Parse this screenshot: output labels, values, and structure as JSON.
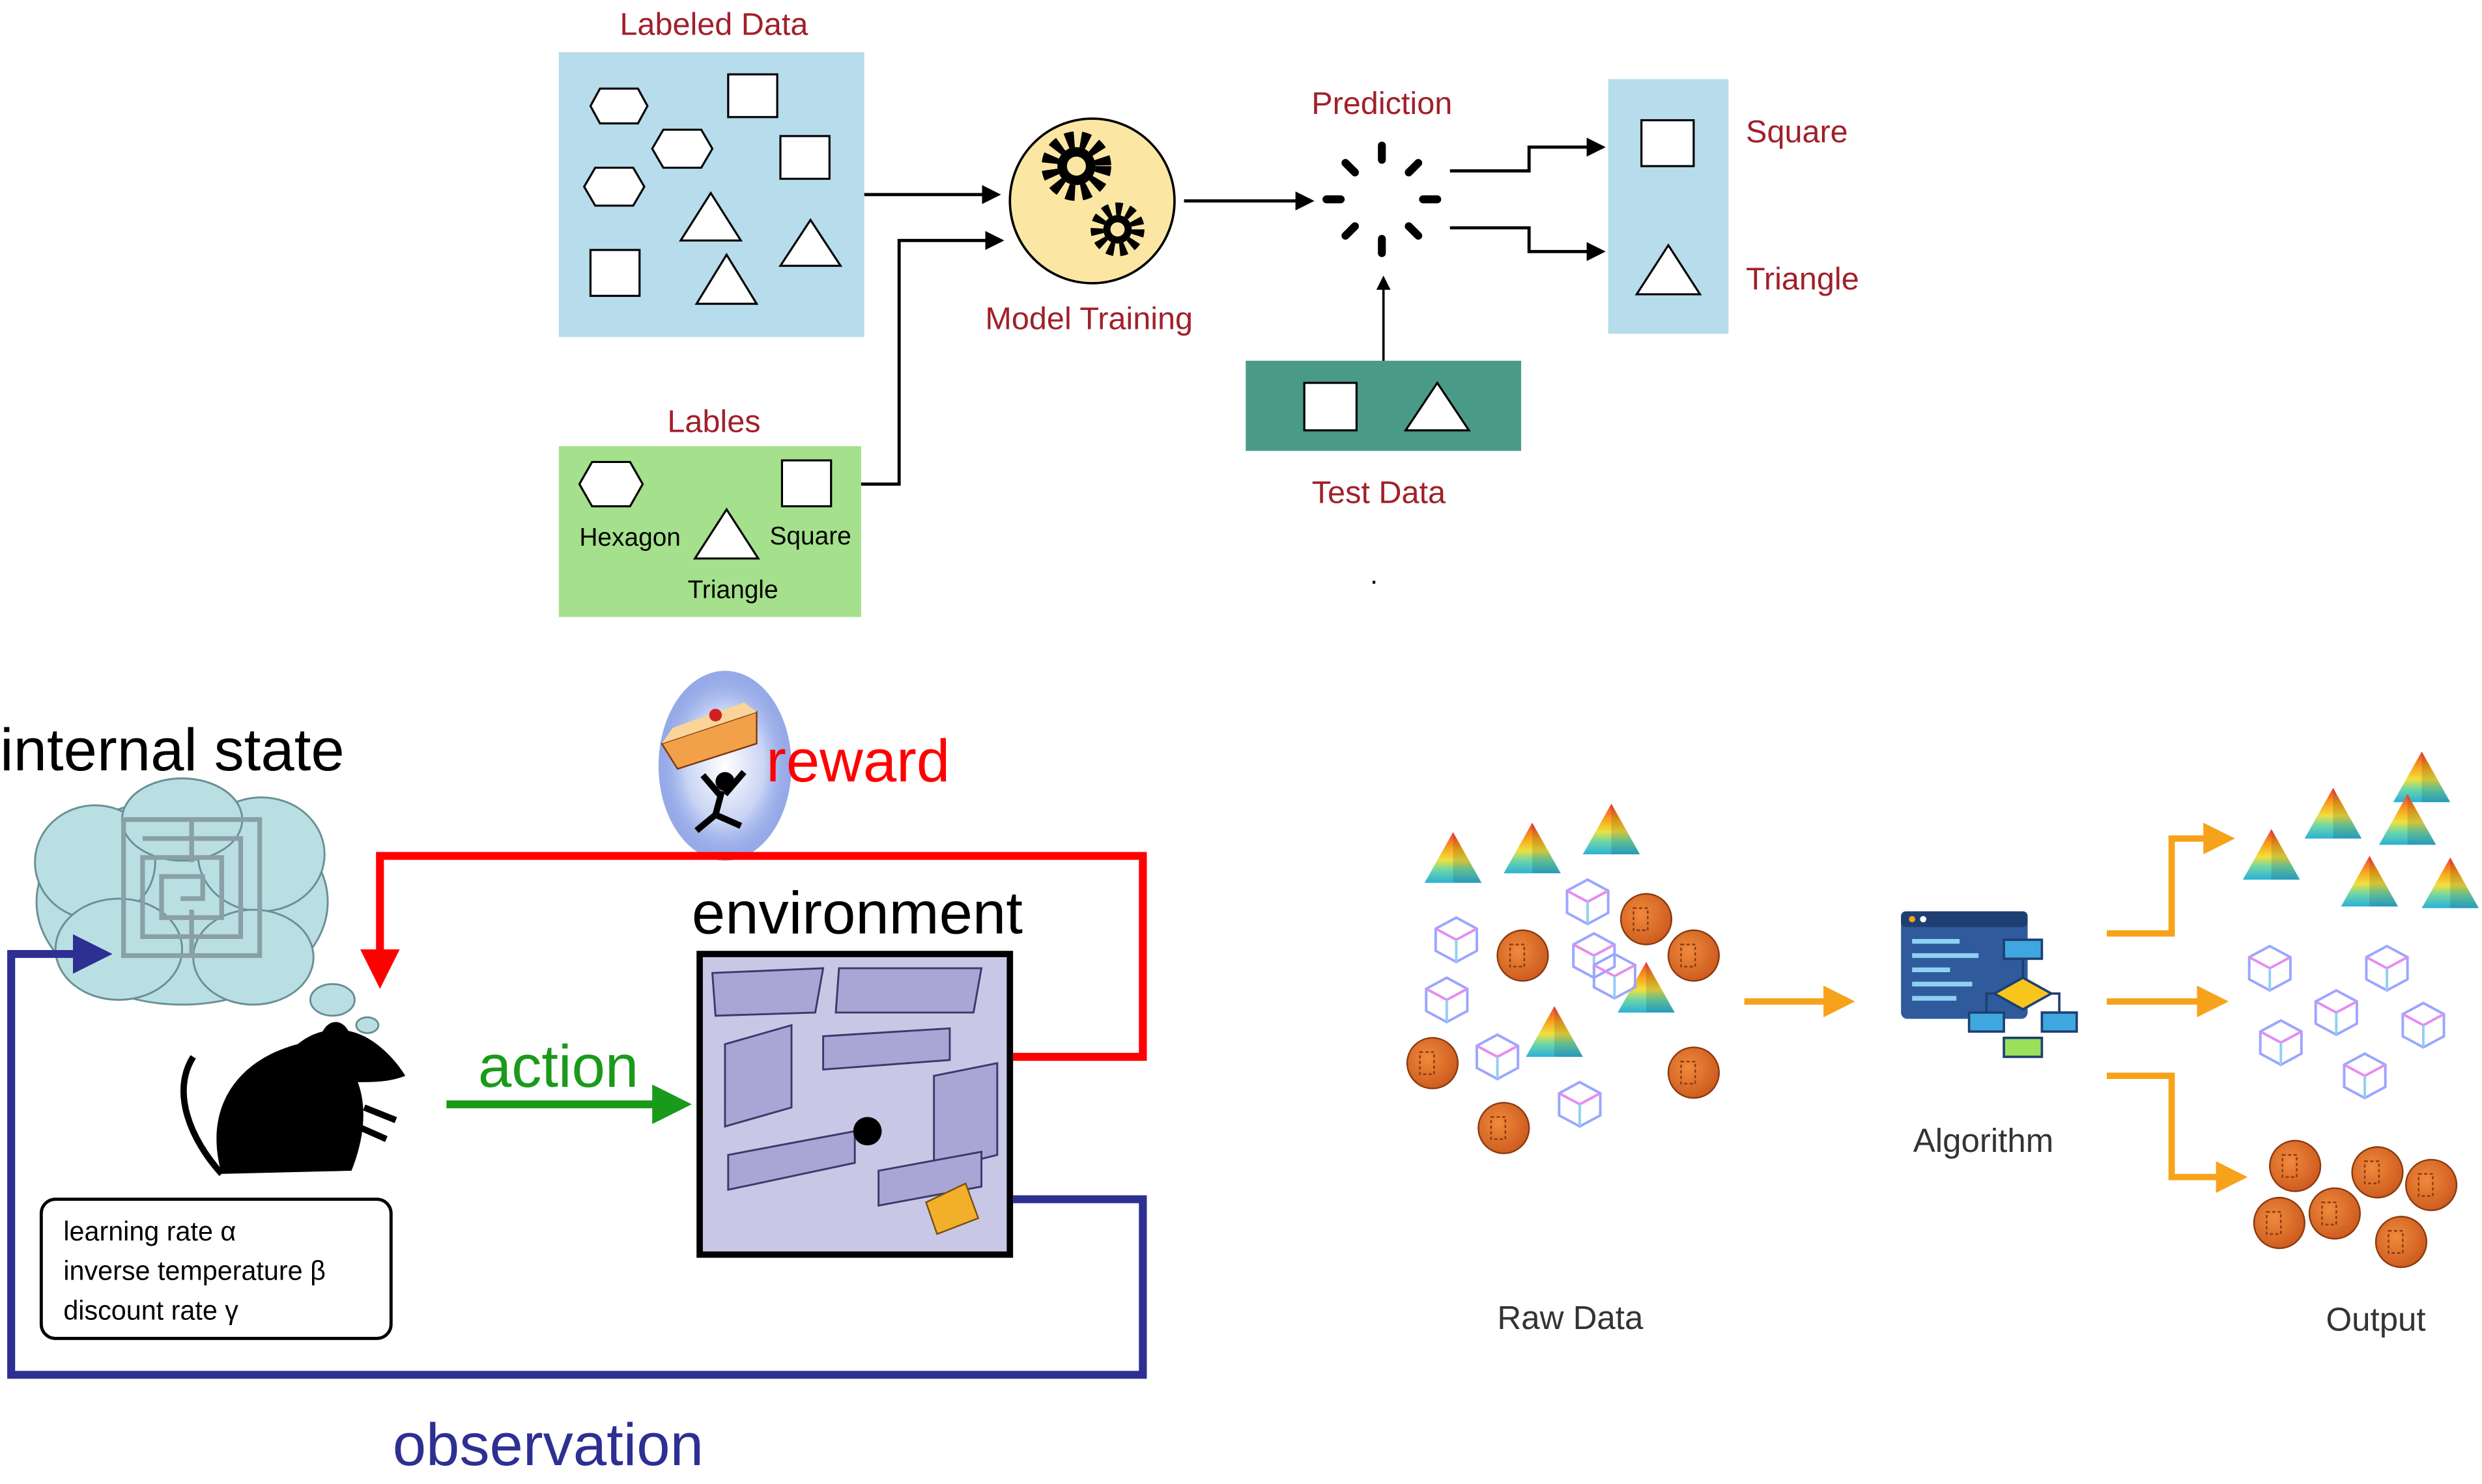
{
  "supervised": {
    "labeled_data_title": "Labeled Data",
    "labels_title": "Lables",
    "labels_items": {
      "hexagon": "Hexagon",
      "square": "Square",
      "triangle": "Triangle"
    },
    "model_training": "Model Training",
    "prediction": "Prediction",
    "test_data": "Test Data",
    "output_square": "Square",
    "output_triangle": "Triangle",
    "dot": "."
  },
  "reinforcement": {
    "internal_state": "internal state",
    "reward": "reward",
    "environment": "environment",
    "action": "action",
    "observation": "observation",
    "params": {
      "learning_rate": "learning rate α",
      "inverse_temperature": "inverse temperature β",
      "discount_rate": "discount rate γ"
    }
  },
  "unsupervised": {
    "raw_data": "Raw Data",
    "algorithm": "Algorithm",
    "output": "Output"
  },
  "colors": {
    "label_red": "#a0202a",
    "blue_box": "#b7dceb",
    "green_box": "#a5e08c",
    "teal_box": "#4a9a88",
    "gear_fill": "#fbe7a3",
    "reward_red": "#ff0000",
    "action_green": "#1a9a1a",
    "observation_blue": "#2e2f92",
    "orange": "#f7a21b",
    "cloud": "#b9dfe3"
  }
}
